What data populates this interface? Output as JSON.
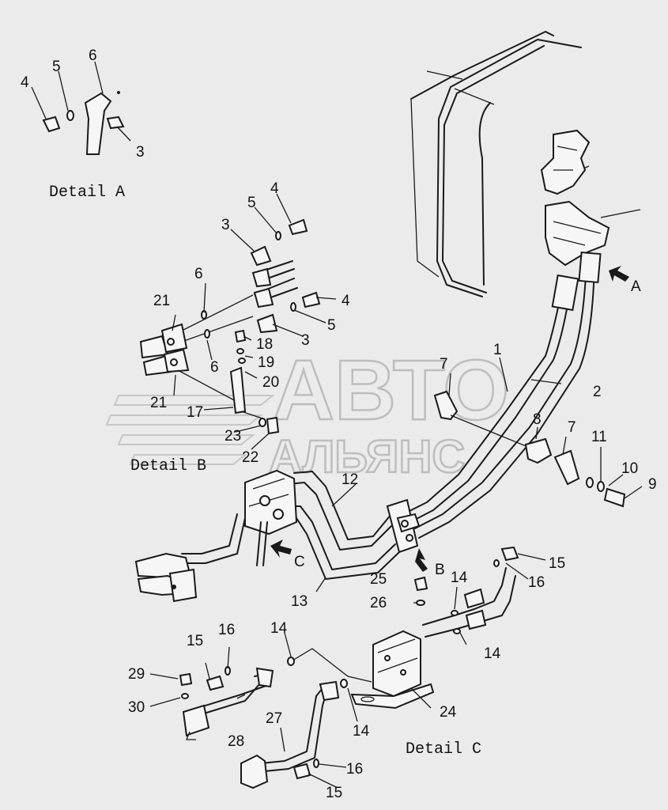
{
  "captions": {
    "detail_a": "Detail A",
    "detail_b": "Detail B",
    "detail_c": "Detail C",
    "view_a": "A",
    "view_b": "B",
    "view_c": "C"
  },
  "watermark": {
    "line1": "АВТО",
    "line2": "АЛЬЯНС"
  },
  "callouts": {
    "a4": "4",
    "a5": "5",
    "a6": "6",
    "a3": "3",
    "b4t": "4",
    "b5t": "5",
    "b3t": "3",
    "b6a": "6",
    "b6b": "6",
    "b21a": "21",
    "b21b": "21",
    "b4r": "4",
    "b5r": "5",
    "b3r": "3",
    "b18": "18",
    "b19": "19",
    "b20": "20",
    "b17": "17",
    "b23": "23",
    "b22": "22",
    "m1": "1",
    "m2": "2",
    "m7a": "7",
    "m7b": "7",
    "m8": "8",
    "m11": "11",
    "m10": "10",
    "m9": "9",
    "m12": "12",
    "m13": "13",
    "c25": "25",
    "c26": "26",
    "c14a": "14",
    "c14b": "14",
    "c14c": "14",
    "c14d": "14",
    "c15a": "15",
    "c16a": "16",
    "c15b": "15",
    "c16b": "16",
    "c29": "29",
    "c30": "30",
    "c15c": "15",
    "c16c": "16",
    "c27": "27",
    "c28": "28",
    "c24": "24"
  },
  "colors": {
    "background": "#ebebeb",
    "line": "#1a1a1a",
    "watermark": "#bdbdbd"
  }
}
